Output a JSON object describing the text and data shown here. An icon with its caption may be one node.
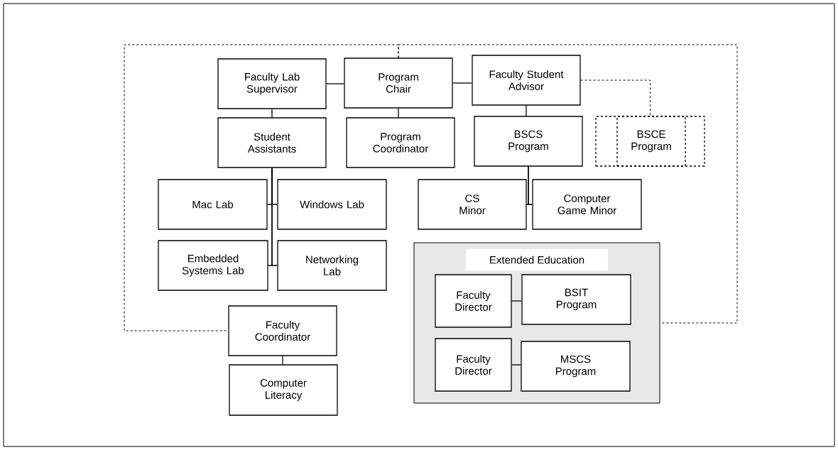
{
  "diagram": {
    "nodes": [
      {
        "text": [
          "Faculty Lab Supervisor"
        ]
      },
      {
        "text": [
          "Program Chair"
        ]
      },
      {
        "text": [
          "Faculty Student Advisor"
        ]
      },
      {
        "text": [
          "Student Assistants"
        ]
      },
      {
        "text": [
          "Program Coordinator"
        ]
      },
      {
        "text": [
          "BSCS Program"
        ]
      },
      {
        "text": [],
        "shape": "box"
      },
      {
        "text": [
          "BSCE Program"
        ],
        "in": 6
      },
      {
        "text": [
          "Mac Lab"
        ]
      },
      {
        "text": [
          "Windows Lab"
        ]
      },
      {
        "text": [
          "CS Minor"
        ]
      },
      {
        "text": [
          "Computer Game Minor"
        ]
      },
      {
        "text": [
          "Embedded Systems Lab"
        ]
      },
      {
        "text": [
          "Networking Lab"
        ]
      },
      {
        "text": [
          "Extended Education"
        ]
      },
      {
        "text": [
          "Faculty Director"
        ],
        "in": 14
      },
      {
        "text": [
          "BSIT Program"
        ],
        "in": 14
      },
      {
        "text": [
          "Faculty Director"
        ],
        "in": 14
      },
      {
        "text": [
          "MSCS Program"
        ],
        "in": 14
      },
      {
        "text": [
          "Faculty Coordinator"
        ]
      },
      {
        "text": [
          "Computer Literacy"
        ]
      }
    ],
    "edges": [
      {
        "from": 0,
        "to": 1,
        "arrow": "none"
      },
      {
        "from": 1,
        "to": 2,
        "arrow": "none"
      },
      {
        "from": 0,
        "to": 3,
        "arrow": "none"
      },
      {
        "from": 1,
        "to": 4,
        "arrow": "none"
      },
      {
        "from": 2,
        "to": 5,
        "arrow": "none"
      },
      {
        "from": 2,
        "to": 6,
        "arrow": "none",
        "style": "dashed"
      },
      {
        "from": 3,
        "to": 8,
        "arrow": "none"
      },
      {
        "from": 3,
        "to": 9,
        "arrow": "none"
      },
      {
        "from": 3,
        "to": 12,
        "arrow": "none"
      },
      {
        "from": 3,
        "to": 13,
        "arrow": "none"
      },
      {
        "from": 5,
        "to": 10,
        "arrow": "none"
      },
      {
        "from": 5,
        "to": 11,
        "arrow": "none"
      },
      {
        "from": 15,
        "to": 16,
        "arrow": "none"
      },
      {
        "from": 17,
        "to": 18,
        "arrow": "none"
      },
      {
        "from": 1,
        "to": 19,
        "arrow": "none",
        "style": "dashed"
      },
      {
        "from": 1,
        "to": 14,
        "arrow": "none",
        "style": "dashed"
      },
      {
        "from": 19,
        "to": 20,
        "arrow": "none"
      }
    ]
  }
}
